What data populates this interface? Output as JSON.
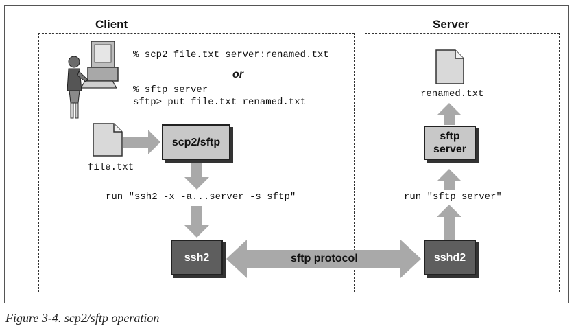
{
  "figure": {
    "caption": "Figure 3-4. scp2/sftp operation"
  },
  "client": {
    "title": "Client",
    "command_1": "% scp2 file.txt server:renamed.txt",
    "or_label": "or",
    "command_2": "% sftp server",
    "command_3": "sftp> put file.txt renamed.txt",
    "file_label": "file.txt",
    "scp_box": "scp2/sftp",
    "run_command": "run \"ssh2 -x -a...server -s sftp\"",
    "ssh_box": "ssh2"
  },
  "server": {
    "title": "Server",
    "file_label": "renamed.txt",
    "sftp_box_line1": "sftp",
    "sftp_box_line2": "server",
    "run_command": "run \"sftp server\"",
    "sshd_box": "sshd2"
  },
  "protocol": {
    "label": "sftp protocol"
  },
  "colors": {
    "arrow_fill": "#a9a9a9",
    "box_light": "#c8c8c8",
    "box_dark": "#5e5e5e",
    "document_fill": "#d9d9d9"
  },
  "icons": [
    "user-at-computer-icon",
    "document-icon"
  ]
}
